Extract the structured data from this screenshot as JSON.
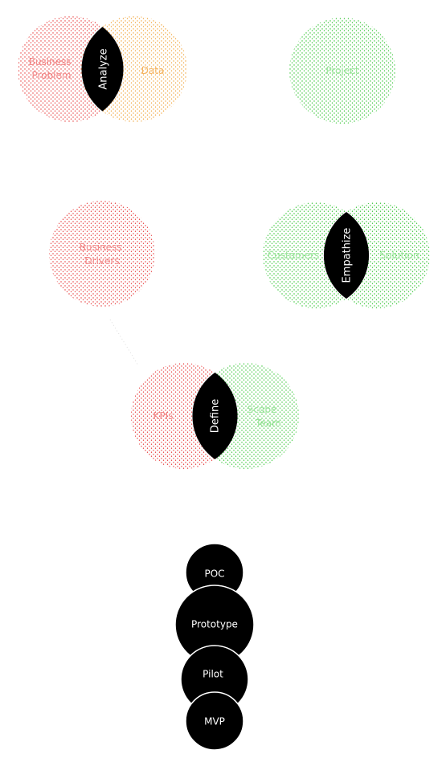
{
  "colors": {
    "red": "#e63030",
    "red_text": "#f28a8a",
    "orange": "#f0a030",
    "orange_text": "#f5b461",
    "green": "#2ec42e",
    "green_text": "#9be59b",
    "lens": "#000000",
    "lens_text": "#ffffff"
  },
  "venn_analyze": {
    "left_label_line1": "Business",
    "left_label_line2": "Problem",
    "right_label": "Data",
    "overlap_label": "Analyze"
  },
  "project_circle": {
    "label": "Project"
  },
  "business_drivers": {
    "label_line1": "Business",
    "label_line2": "Drivers"
  },
  "venn_empathize": {
    "left_label": "Customers",
    "right_label": "Solution",
    "overlap_label": "Empathize"
  },
  "venn_define": {
    "left_label": "KPIs",
    "right_label_line1": "Scope",
    "right_label_line2": "Team",
    "overlap_label": "Define"
  },
  "stages": [
    "POC",
    "Prototype",
    "Pilot",
    "MVP"
  ]
}
